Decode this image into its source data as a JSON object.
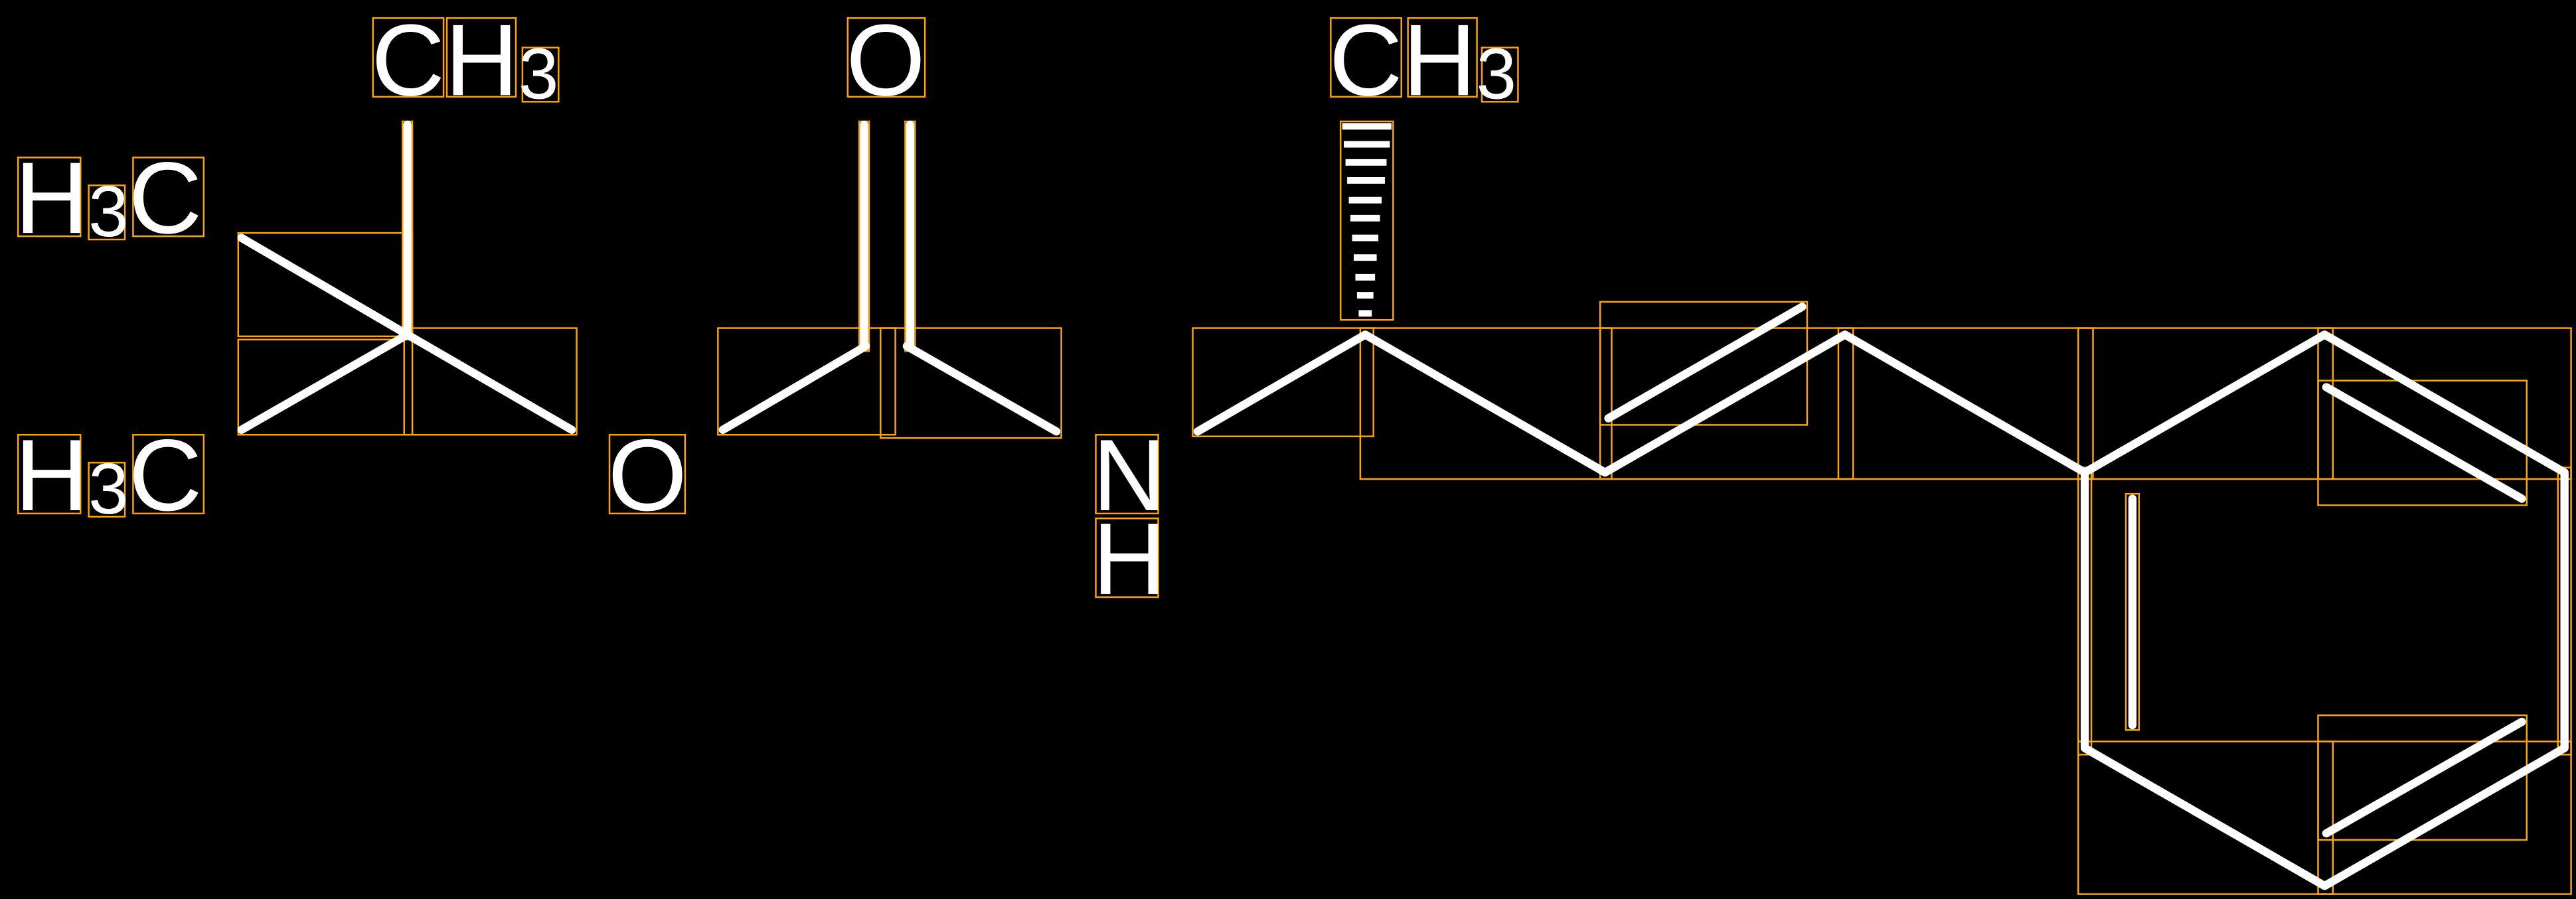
{
  "molecule": {
    "labels": {
      "methyl_top": {
        "atom": "C",
        "h": "H",
        "sub": "3"
      },
      "methyl_left_upper": {
        "h": "H",
        "sub": "3",
        "atom": "C"
      },
      "methyl_left_lower": {
        "h": "H",
        "sub": "3",
        "atom": "C"
      },
      "ester_oxygen": "O",
      "carbonyl_oxygen": "O",
      "amine_n": "N",
      "amine_h": "H",
      "methyl_stereo": {
        "atom": "C",
        "h": "H",
        "sub": "3"
      }
    }
  },
  "colors": {
    "bond": "#ffffff",
    "box": "#FFA500",
    "background": "#000000"
  }
}
